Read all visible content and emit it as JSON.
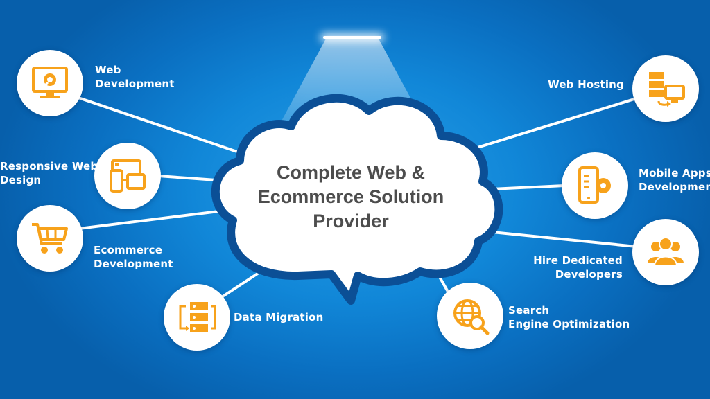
{
  "diagram": {
    "center_text": "Complete Web &\nEcommerce Solution\nProvider",
    "nodes": [
      {
        "id": "web-development",
        "label": "Web\nDevelopment",
        "icon": "monitor-gear-icon"
      },
      {
        "id": "responsive-web-design",
        "label": "Responsive Web\nDesign",
        "icon": "devices-icon"
      },
      {
        "id": "ecommerce-development",
        "label": "Ecommerce\nDevelopment",
        "icon": "shopping-cart-icon"
      },
      {
        "id": "data-migration",
        "label": "Data Migration",
        "icon": "server-transfer-icon"
      },
      {
        "id": "web-hosting",
        "label": "Web Hosting",
        "icon": "server-monitor-icon"
      },
      {
        "id": "mobile-apps-development",
        "label": "Mobile Apps\nDevelopment",
        "icon": "phone-gear-icon"
      },
      {
        "id": "hire-dedicated-developers",
        "label": "Hire Dedicated\nDevelopers",
        "icon": "team-icon"
      },
      {
        "id": "search-engine-optimization",
        "label": "Search\nEngine Optimization",
        "icon": "globe-search-icon"
      }
    ],
    "colors": {
      "background": "#1187d8",
      "icon": "#f7a21b",
      "cloud_outline": "#0b4f96",
      "cloud_fill": "#ffffff",
      "center_text": "#4d4d4d",
      "connector": "#ffffff"
    }
  }
}
